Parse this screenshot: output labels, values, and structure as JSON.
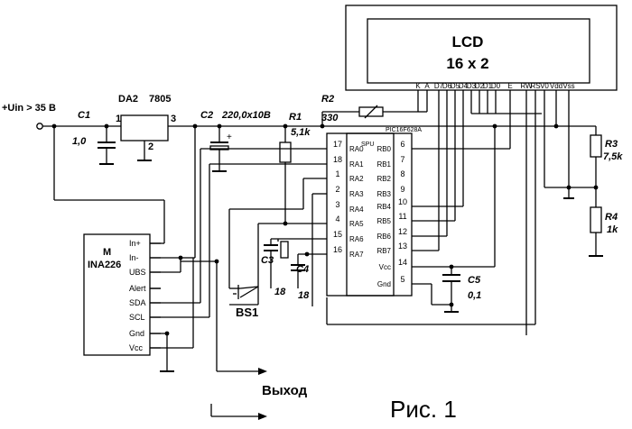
{
  "lcd": {
    "title": "LCD",
    "size": "16 x 2",
    "pins": [
      "K",
      "A",
      "D7",
      "D6",
      "D5",
      "D4",
      "D3",
      "D2",
      "D1",
      "D0",
      "E",
      "RW",
      "RS",
      "V0",
      "Vdd",
      "Vss"
    ]
  },
  "input": {
    "label": "+Uin > 35 В"
  },
  "regulator": {
    "ref": "DA2",
    "part": "7805",
    "pin1": "1",
    "pin2": "2",
    "pin3": "3"
  },
  "c1": {
    "ref": "C1",
    "value": "1,0"
  },
  "c2": {
    "ref": "C2",
    "value": "220,0x10В"
  },
  "r1": {
    "ref": "R1",
    "value": "5,1k"
  },
  "r2": {
    "ref": "R2",
    "value": "330"
  },
  "r3": {
    "ref": "R3",
    "value": "7,5k"
  },
  "r4": {
    "ref": "R4",
    "value": "1k"
  },
  "c3": {
    "ref": "C3",
    "value": "18"
  },
  "c4": {
    "ref": "C4",
    "value": "18"
  },
  "c5": {
    "ref": "C5",
    "value": "0,1"
  },
  "mcu": {
    "part": "PIC16F628A",
    "block": "SPU",
    "left_pins": [
      {
        "num": "17",
        "name": "RA0"
      },
      {
        "num": "18",
        "name": "RA1"
      },
      {
        "num": "1",
        "name": "RA2"
      },
      {
        "num": "2",
        "name": "RA3"
      },
      {
        "num": "3",
        "name": "RA4"
      },
      {
        "num": "4",
        "name": "RA5"
      },
      {
        "num": "15",
        "name": "RA6"
      },
      {
        "num": "16",
        "name": "RA7"
      }
    ],
    "right_pins": [
      {
        "num": "6",
        "name": "RB0"
      },
      {
        "num": "7",
        "name": "RB1"
      },
      {
        "num": "8",
        "name": "RB2"
      },
      {
        "num": "9",
        "name": "RB3"
      },
      {
        "num": "10",
        "name": "RB4"
      },
      {
        "num": "11",
        "name": "RB5"
      },
      {
        "num": "12",
        "name": "RB6"
      },
      {
        "num": "13",
        "name": "RB7"
      },
      {
        "num": "14",
        "name": "Vcc"
      },
      {
        "num": "5",
        "name": "Gnd"
      }
    ]
  },
  "module": {
    "ref": "M",
    "part": "INA226",
    "pins": [
      "In+",
      "In-",
      "UBS",
      "Alert",
      "SDA",
      "SCL",
      "Gnd",
      "Vcc"
    ]
  },
  "button": {
    "ref": "BS1"
  },
  "output": {
    "label": "Выход"
  },
  "figure": {
    "caption": "Рис. 1"
  }
}
